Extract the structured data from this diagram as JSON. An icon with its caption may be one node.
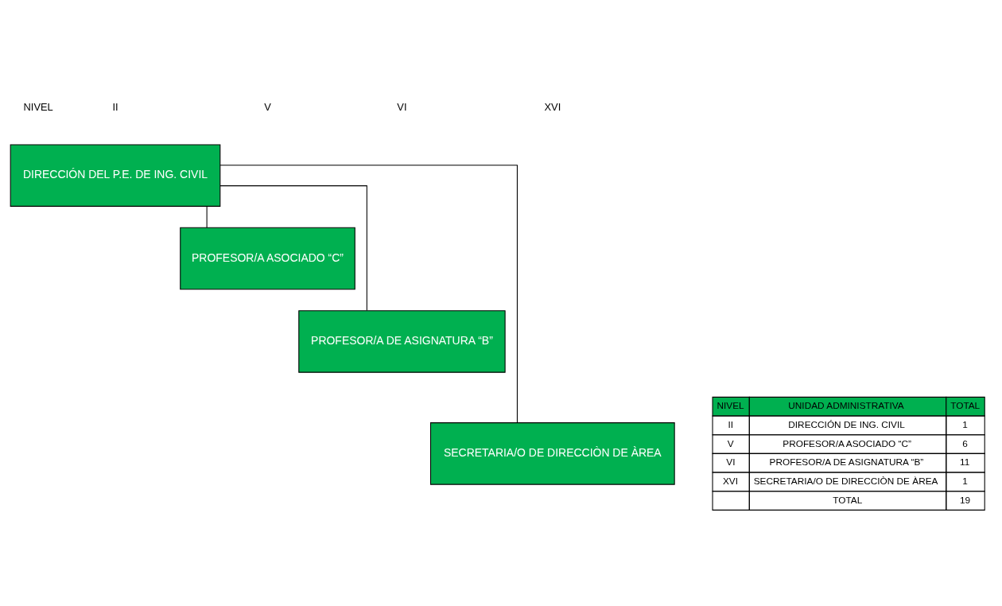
{
  "diagram": {
    "nodes": [
      {
        "text": [
          "DIRECCIÓN DEL P.E. DE ING. CIVIL"
        ]
      },
      {
        "text": [
          "PROFESOR/A ASOCIADO “C”"
        ]
      },
      {
        "text": [
          "PROFESOR/A DE ASIGNATURA “B”"
        ]
      },
      {
        "text": [
          "SECRETARIA/O DE DIRECCIÒN DE ÀREA"
        ]
      }
    ],
    "edges": [
      {
        "from": 0,
        "to": 1,
        "arrow": "none"
      },
      {
        "from": 0,
        "to": 2,
        "arrow": "none"
      },
      {
        "from": 0,
        "to": 3,
        "arrow": "none"
      }
    ],
    "labels": [
      "NIVEL",
      "II",
      "V",
      "VI",
      "XVI",
      "NIVEL",
      "UNIDAD ADMINISTRATIVA",
      "TOTAL",
      "II",
      "DIRECCIÓN DE ING. CIVIL",
      "1",
      "V",
      "PROFESOR/A ASOCIADO “C”",
      "6",
      "VI",
      "PROFESOR/A DE ASIGNATURA “B”",
      "11",
      "XVI",
      "SECRETARIA/O DE DIRECCIÒN DE ÀREA",
      "1",
      "TOTAL",
      "19"
    ]
  }
}
